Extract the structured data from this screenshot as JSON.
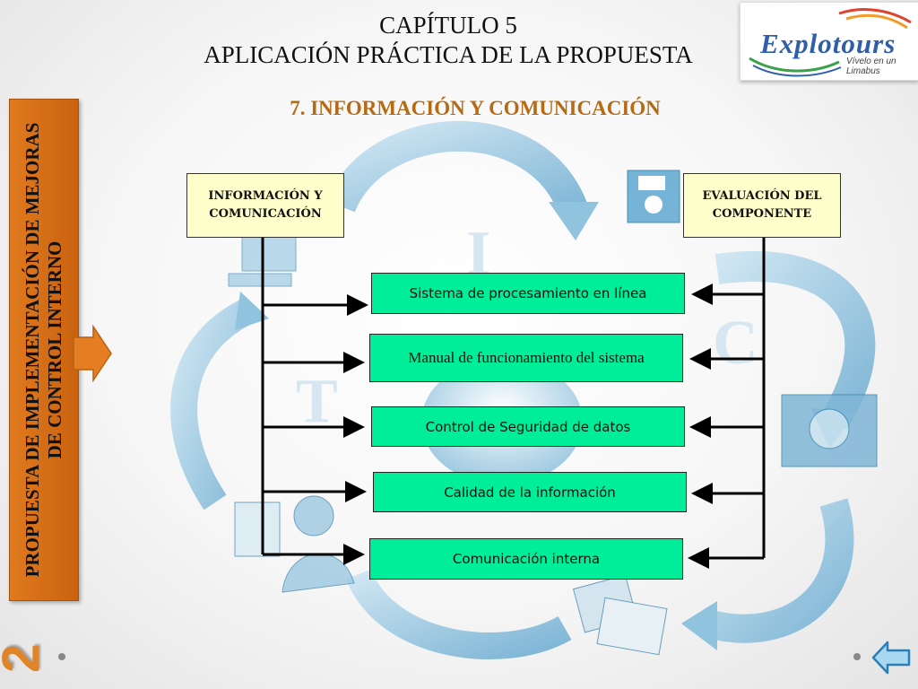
{
  "header": {
    "chapter": "CAPÍTULO 5",
    "title": "APLICACIÓN PRÁCTICA DE LA PROPUESTA",
    "section": "7. INFORMACIÓN Y COMUNICACIÓN"
  },
  "logo": {
    "name": "Explotours",
    "tagline": "Vívelo en un Limabus"
  },
  "side_banner": {
    "text": "PROPUESTA DE IMPLEMENTACIÓN DE MEJORAS DE CONTROL INTERNO",
    "number": "2"
  },
  "diagram": {
    "left_header": "INFORMACIÓN Y COMUNICACIÓN",
    "right_header": "EVALUACIÓN DEL COMPONENTE",
    "items": [
      "Sistema de procesamiento en línea",
      "Manual de funcionamiento del sistema",
      "Control de Seguridad de datos",
      "Calidad de la información",
      "Comunicación interna"
    ],
    "background_letters": [
      "I",
      "C",
      "T"
    ]
  },
  "colors": {
    "accent_orange": "#b56a13",
    "banner_orange": "#e07a1e",
    "box_green": "#00ee99",
    "header_yellow": "#ffffcc",
    "arrow_blue": "#8fc3de"
  },
  "nav": {
    "back_icon": "return-arrow-icon"
  }
}
